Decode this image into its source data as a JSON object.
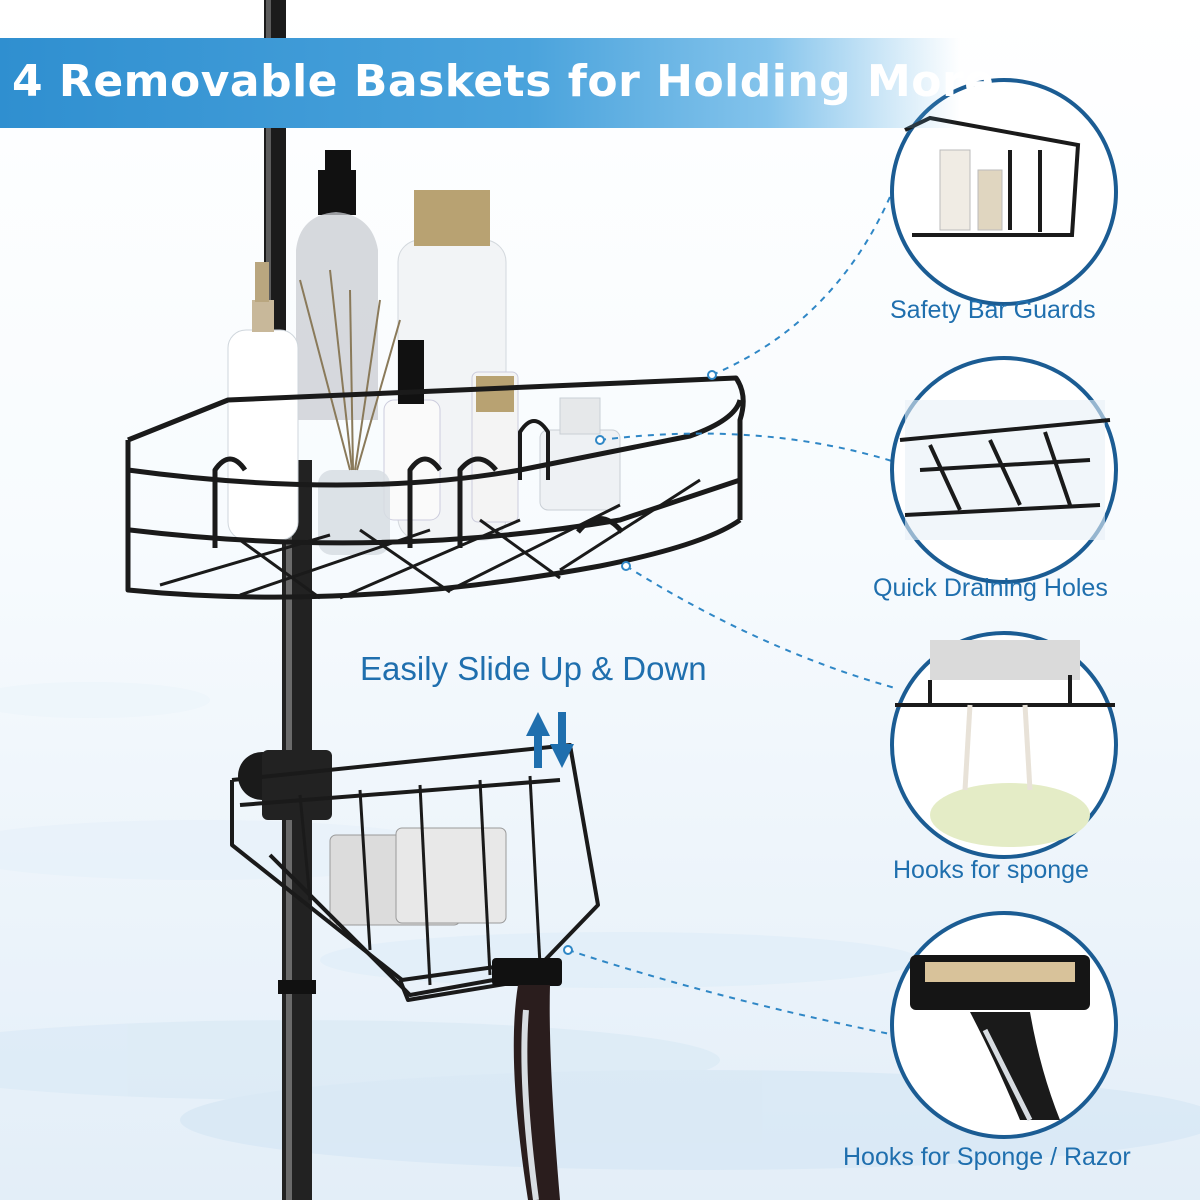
{
  "banner": {
    "title": "4 Removable Baskets for Holding More"
  },
  "center": {
    "label": "Easily Slide Up & Down",
    "icon": "up-down-arrows-icon"
  },
  "features": [
    {
      "label": "Safety Bar Guards"
    },
    {
      "label": "Quick Draining Holes"
    },
    {
      "label": "Hooks for sponge"
    },
    {
      "label": "Hooks for Sponge / Razor"
    }
  ],
  "colors": {
    "accent": "#1f6fae",
    "banner": "#3a97d6",
    "circle_border": "#1b5c93",
    "product": "#1b1b1b"
  }
}
